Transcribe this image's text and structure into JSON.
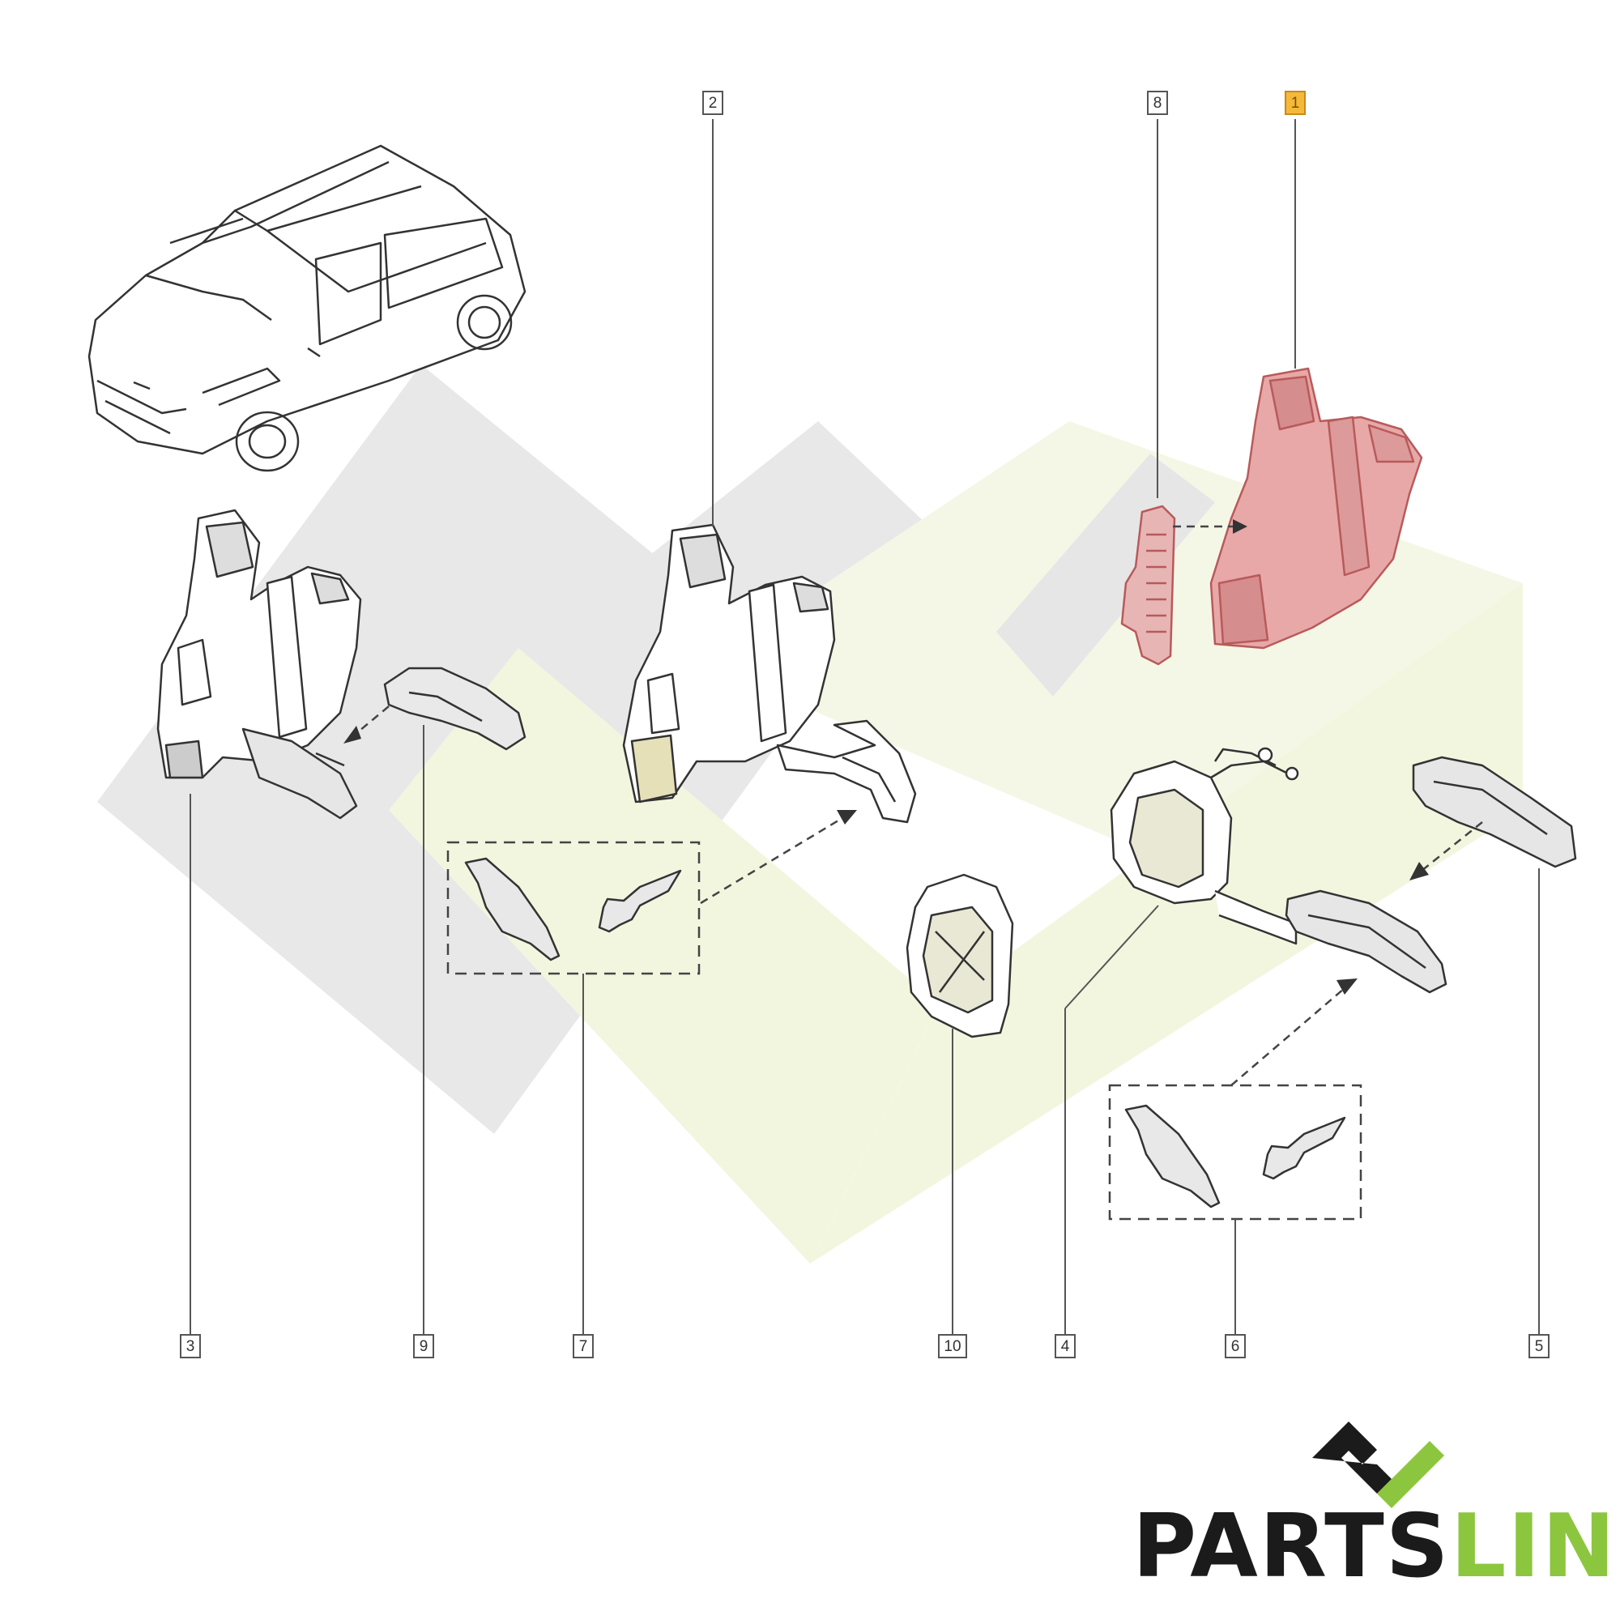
{
  "callouts": {
    "c1": "1",
    "c2": "2",
    "c3": "3",
    "c4": "4",
    "c5": "5",
    "c6": "6",
    "c7": "7",
    "c8": "8",
    "c9": "9",
    "c10": "10"
  },
  "highlighted_part": "1",
  "brand": {
    "part1": "PARTS",
    "part2": "LINE"
  },
  "colors": {
    "highlight_fill": "#e8a8a8",
    "highlight_stroke": "#b85a5a",
    "callout_highlight": "#f5b93a",
    "watermark_gray": "#e6e6e6",
    "watermark_green": "#f3f7e1",
    "brand_dark": "#1b1b1b",
    "brand_green": "#8cc63f"
  }
}
